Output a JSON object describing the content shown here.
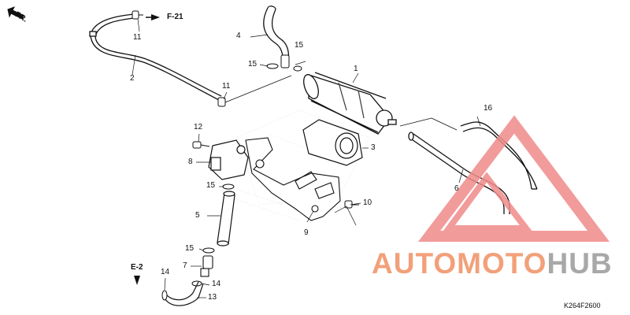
{
  "diagram": {
    "direction_label": "FR.",
    "references": {
      "f21": "F-21",
      "e2": "E-2"
    },
    "callouts": {
      "c1": "1",
      "c2": "2",
      "c3": "3",
      "c4": "4",
      "c5": "5",
      "c6": "6",
      "c7": "7",
      "c8": "8",
      "c9": "9",
      "c10": "10",
      "c11a": "11",
      "c11b": "11",
      "c12": "12",
      "c13": "13",
      "c14a": "14",
      "c14b": "14",
      "c15a": "15",
      "c15b": "15",
      "c15c": "15",
      "c15d": "15",
      "c16": "16"
    },
    "drawing_code": "K264F2600"
  },
  "watermark": {
    "part1": "AUTOMOTO",
    "part2": "HUB",
    "color_primary": "#f2a07a",
    "color_secondary": "#a8a8a8",
    "triangle_color": "#f08a8a"
  }
}
